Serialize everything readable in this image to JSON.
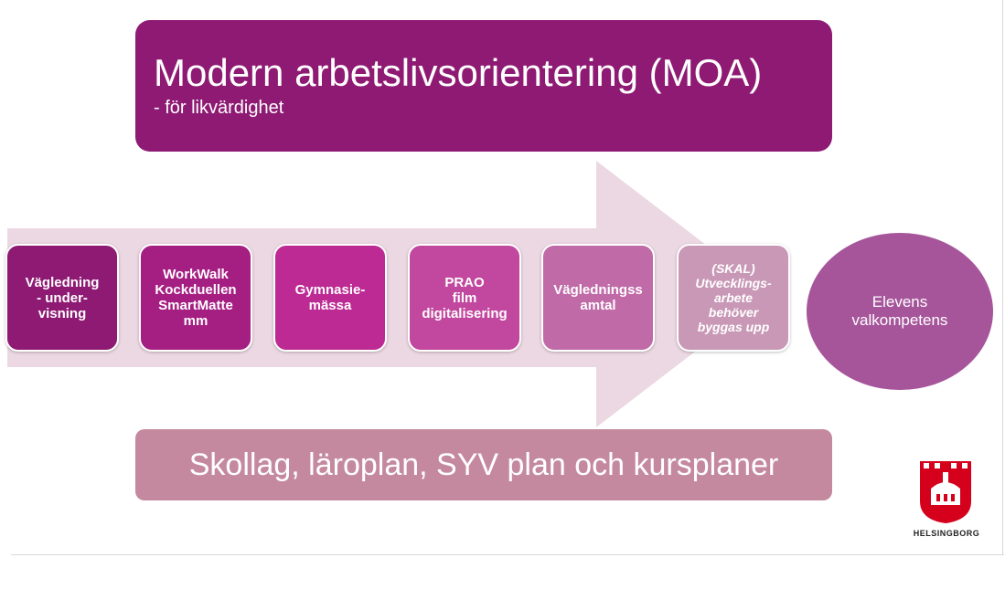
{
  "header": {
    "title": "Modern arbetslivsorientering (MOA)",
    "subtitle": "- för likvärdighet"
  },
  "steps": [
    {
      "label": "Vägledning\n- under-\nvisning",
      "color": "#8e1a73"
    },
    {
      "label": "WorkWalk\nKockduellen\nSmartMatte\nmm",
      "color": "#a51f83"
    },
    {
      "label": "Gymnasie-\nmässa",
      "color": "#bd2a94"
    },
    {
      "label": "PRAO\nfilm\ndigitalisering",
      "color": "#c2479e"
    },
    {
      "label": "Vägledningssamtal",
      "color": "#c06aa8"
    },
    {
      "label": "(SKAL)\nUtvecklings-\narbete\nbehöver\nbyggas upp",
      "color": "#c898b6"
    }
  ],
  "goal": {
    "label": "Elevens\nvalkompetens",
    "color": "#a6559b"
  },
  "foundation": {
    "label": "Skollag, läroplan, SYV plan och kursplaner"
  },
  "logo": {
    "text": "HELSINGBORG",
    "color": "#d5001c"
  }
}
